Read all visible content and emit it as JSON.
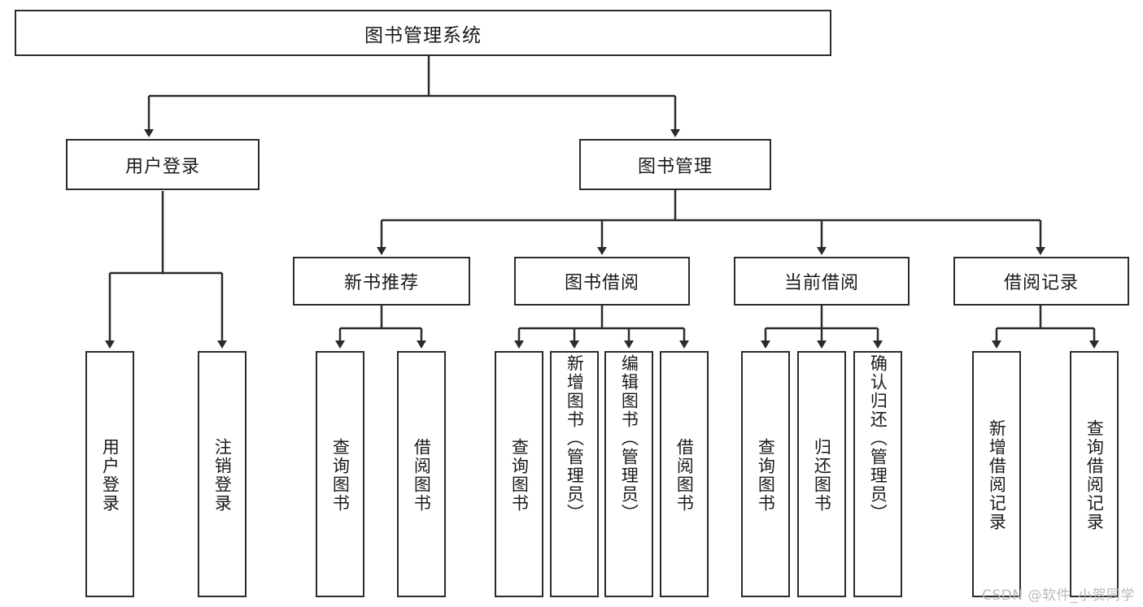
{
  "diagram": {
    "title": "图书管理系统",
    "type": "tree-hierarchy-diagram",
    "watermark": "CSDN @软件_小贺同学",
    "colors": {
      "stroke": "#2b2b2b",
      "fill": "#ffffff",
      "text": "#1a1a1a",
      "watermark": "#b9b9b9"
    },
    "levels": {
      "root": {
        "label": "图书管理系统"
      },
      "level2": [
        {
          "label": "用户登录"
        },
        {
          "label": "图书管理"
        }
      ],
      "level3": [
        {
          "label": "新书推荐"
        },
        {
          "label": "图书借阅"
        },
        {
          "label": "当前借阅"
        },
        {
          "label": "借阅记录"
        }
      ],
      "leaves": {
        "user_login": [
          {
            "label": "用户登录"
          },
          {
            "label": "注销登录"
          }
        ],
        "new_book_recommend": [
          {
            "label": "查询图书"
          },
          {
            "label": "借阅图书"
          }
        ],
        "book_borrow": [
          {
            "label": "查询图书"
          },
          {
            "label": "新增图书（管理员）"
          },
          {
            "label": "编辑图书（管理员）"
          },
          {
            "label": "借阅图书"
          }
        ],
        "current_borrow": [
          {
            "label": "查询图书"
          },
          {
            "label": "归还图书"
          },
          {
            "label": "确认归还（管理员）"
          }
        ],
        "borrow_record": [
          {
            "label": "新增借阅记录"
          },
          {
            "label": "查询借阅记录"
          }
        ]
      }
    }
  }
}
